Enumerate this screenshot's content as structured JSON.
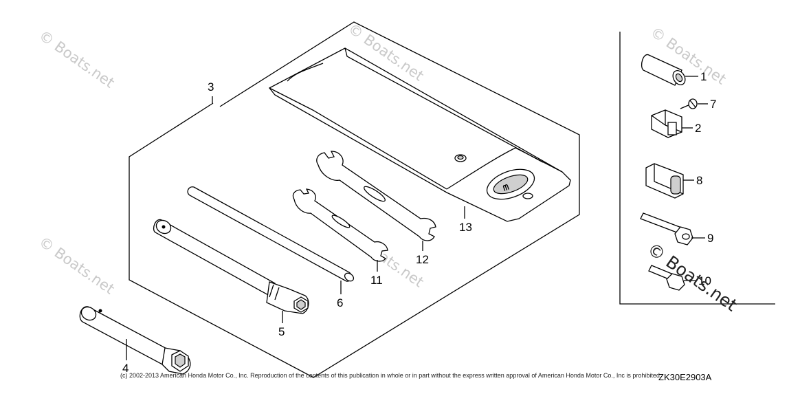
{
  "callouts": {
    "c1": "1",
    "c2": "2",
    "c3": "3",
    "c4": "4",
    "c5": "5",
    "c6": "6",
    "c7": "7",
    "c8": "8",
    "c9": "9",
    "c10": "10",
    "c11": "11",
    "c12": "12",
    "c13": "13"
  },
  "watermarks": {
    "small": "© Boats.net",
    "large": "© Boats.net"
  },
  "footer": {
    "copyright": "(c) 2002-2013 American Honda Motor Co., Inc. Reproduction of the contents of this publication in whole or in part without the express written approval of American Honda Motor Co., Inc is prohibited.",
    "diagram_code": "ZK30E2903A"
  }
}
